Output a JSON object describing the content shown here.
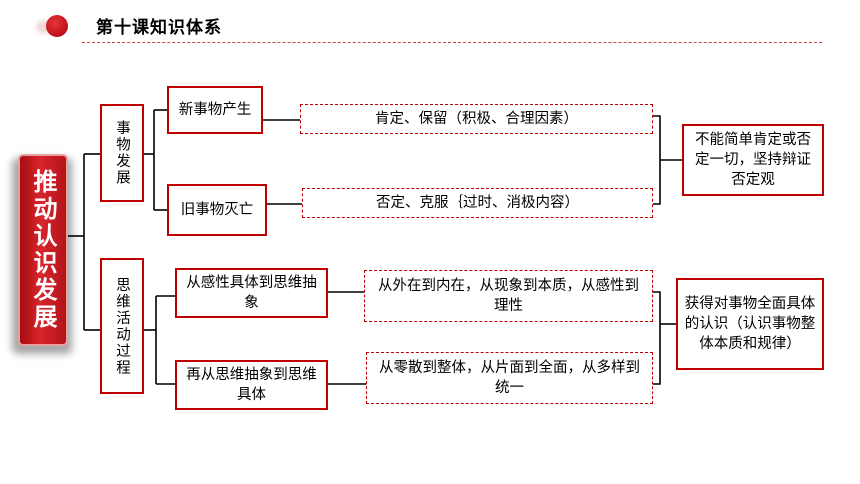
{
  "header": {
    "title": "第十课知识体系"
  },
  "root": {
    "label": "推动认识发展"
  },
  "branches": [
    {
      "label": "事物发展",
      "items": [
        {
          "label": "新事物产生",
          "detail": "肯定、保留（积极、合理因素）"
        },
        {
          "label": "旧事物灭亡",
          "detail": "否定、克服｛过时、消极内容）"
        }
      ],
      "conclusion": "不能简单肯定或否定一切，坚持辩证否定观"
    },
    {
      "label": "思维活动过程",
      "items": [
        {
          "label": "从感性具体到思维抽象",
          "detail": "从外在到内在，从现象到本质，从感性到理性"
        },
        {
          "label": "再从思维抽象到思维具体",
          "detail": "从零散到整体，从片面到全面，从多样到统一"
        }
      ],
      "conclusion": "获得对事物全面具体的认识（认识事物整体本质和规律）"
    }
  ],
  "colors": {
    "accent": "#c00000",
    "root_fill": "#c8161d"
  }
}
